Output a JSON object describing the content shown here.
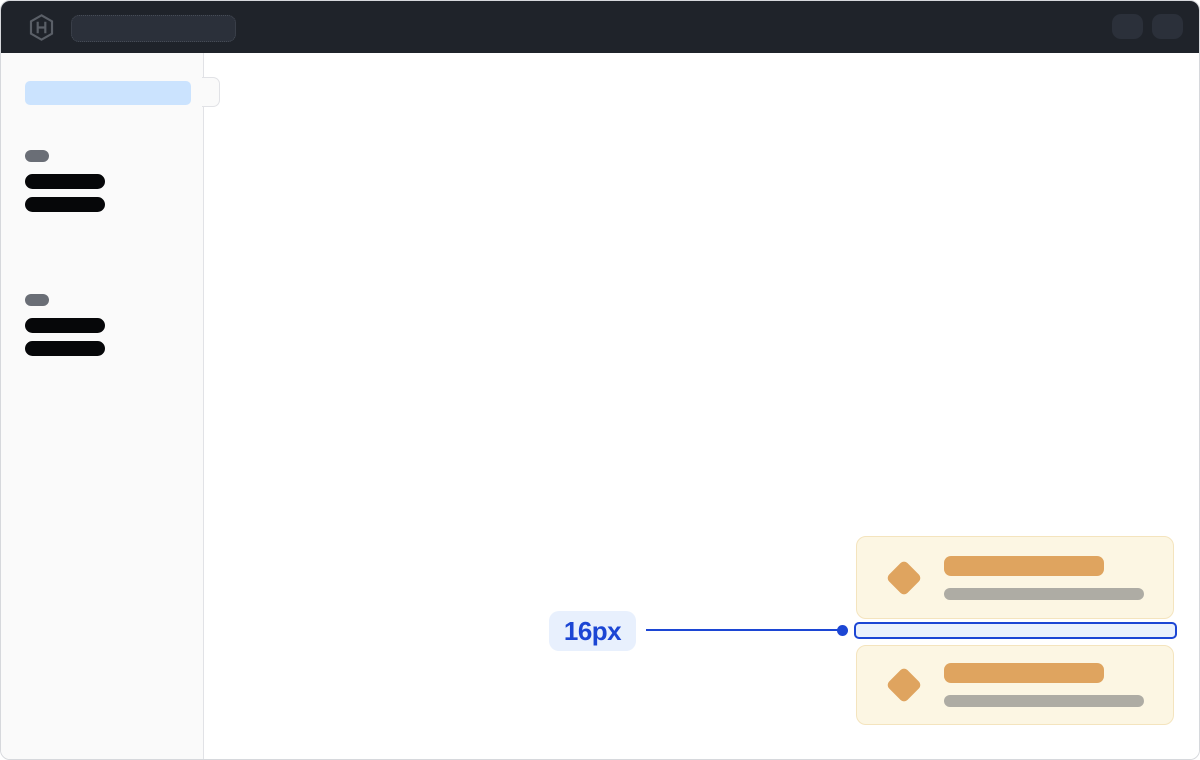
{
  "annotation": {
    "label": "16px"
  },
  "navbar": {
    "logo_icon": "hashicorp-logo",
    "placeholders": {
      "search_bar": 1,
      "action_buttons": 2
    }
  },
  "sidebar": {
    "active_item_placeholder": 1,
    "collapse_handle": 1,
    "groups": [
      {
        "section_label_placeholder": 1,
        "item_placeholders": 2
      },
      {
        "section_label_placeholder": 1,
        "item_placeholders": 2
      }
    ]
  },
  "cards": [
    {
      "icon": "diamond-icon",
      "title_placeholder": 1,
      "subtitle_placeholder": 1
    },
    {
      "icon": "diamond-icon",
      "title_placeholder": 1,
      "subtitle_placeholder": 1
    }
  ],
  "colors": {
    "navbar-bg": "#1F232A",
    "navbar-placeholder": "#2B303A",
    "navbar-placeholder-border": "#474D57",
    "logo-gray": "#5A5F67",
    "frame-border": "#D6D8DC",
    "sidebar-bg": "#FAFAFA",
    "sidebar-border": "#E1E2E6",
    "active-item-blue": "#CBE3FE",
    "section-pill-gray": "#6A6E76",
    "skeleton-black": "#060709",
    "card-bg": "#FCF6E3",
    "card-border": "#F4E4BE",
    "card-orange": "#DFA45F",
    "card-gray": "#AEACA4",
    "accent-blue": "#1C46D4",
    "accent-blue-fill": "#EAF1FC",
    "label-bg": "#E8F0FD"
  }
}
